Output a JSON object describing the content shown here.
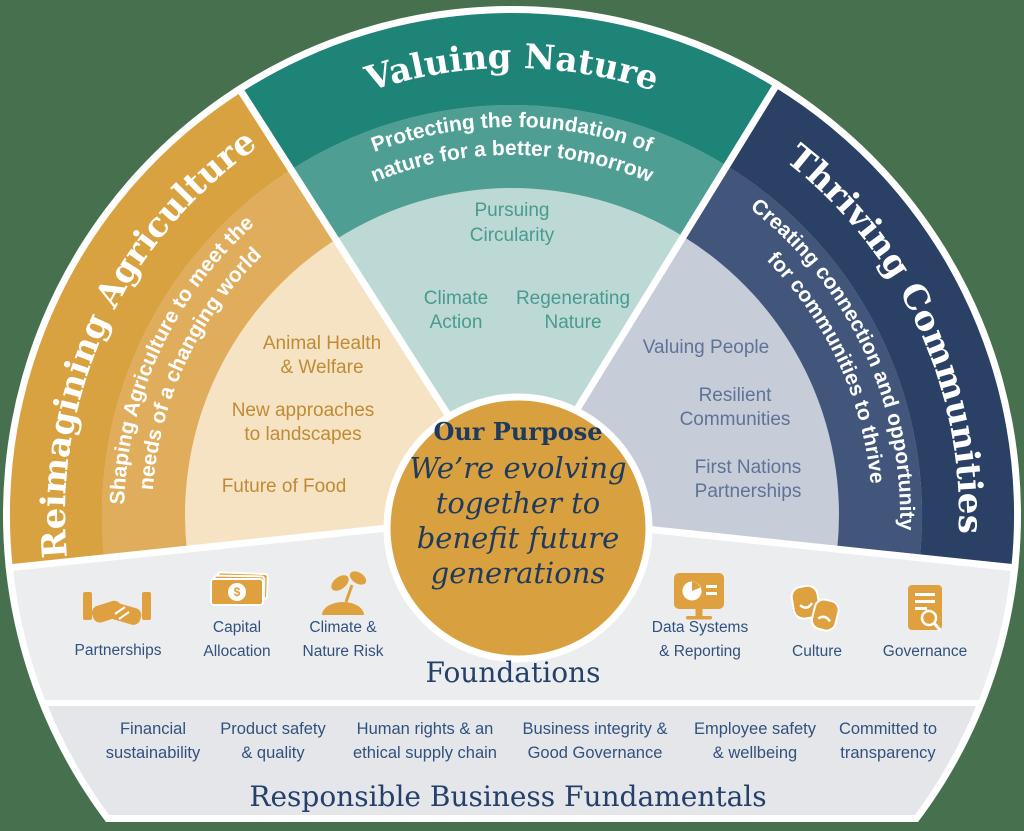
{
  "palette": {
    "background": "#47704F",
    "gold": "#DFA13F",
    "gold_circle": "#D9A03F",
    "orange_outer": "#D9A240",
    "orange_mid": "#E0AD5C",
    "orange_pale": "#F5E3C3",
    "teal_outer": "#1F8478",
    "teal_mid": "#4F9E94",
    "teal_pale": "#BDD9D6",
    "navy_outer": "#2B4065",
    "navy_mid": "#42567B",
    "navy_pale": "#C7CCD9",
    "band_gray": "#ECEDEF",
    "band_gray2": "#E4E6E9",
    "navy_text": "#24406B"
  },
  "center": {
    "heading": "Our Purpose",
    "line1": "We’re evolving",
    "line2": "together to",
    "line3": "benefit future",
    "line4": "generations"
  },
  "sectors": {
    "agriculture": {
      "title": "Reimagining Agriculture",
      "sub1": "Shaping Agriculture to meet the",
      "sub2": "needs of a changing world",
      "item1a": "Animal Health",
      "item1b": "& Welfare",
      "item2a": "New approaches",
      "item2b": "to landscapes",
      "item3": "Future of Food"
    },
    "nature": {
      "title": "Valuing Nature",
      "sub1": "Protecting the foundation of",
      "sub2": "nature for a better tomorrow",
      "item1a": "Pursuing",
      "item1b": "Circularity",
      "item2a": "Climate",
      "item2b": "Action",
      "item3a": "Regenerating",
      "item3b": "Nature"
    },
    "communities": {
      "title": "Thriving Communities",
      "sub1": "Creating connection and opportunity",
      "sub2": "for communities to thrive",
      "item1": "Valuing People",
      "item2a": "Resilient",
      "item2b": "Communities",
      "item3a": "First Nations",
      "item3b": "Partnerships"
    }
  },
  "foundations": {
    "title": "Foundations",
    "partnerships": "Partnerships",
    "capital1": "Capital",
    "capital2": "Allocation",
    "climate1": "Climate &",
    "climate2": "Nature Risk",
    "data1": "Data Systems",
    "data2": "& Reporting",
    "culture": "Culture",
    "governance": "Governance",
    "dollar": "$"
  },
  "fundamentals": {
    "title": "Responsible Business Fundamentals",
    "f1a": "Financial",
    "f1b": "sustainability",
    "f2a": "Product safety",
    "f2b": "& quality",
    "f3a": "Human rights & an",
    "f3b": "ethical supply chain",
    "f4a": "Business integrity &",
    "f4b": "Good Governance",
    "f5a": "Employee safety",
    "f5b": "& wellbeing",
    "f6a": "Committed to",
    "f6b": "transparency"
  }
}
